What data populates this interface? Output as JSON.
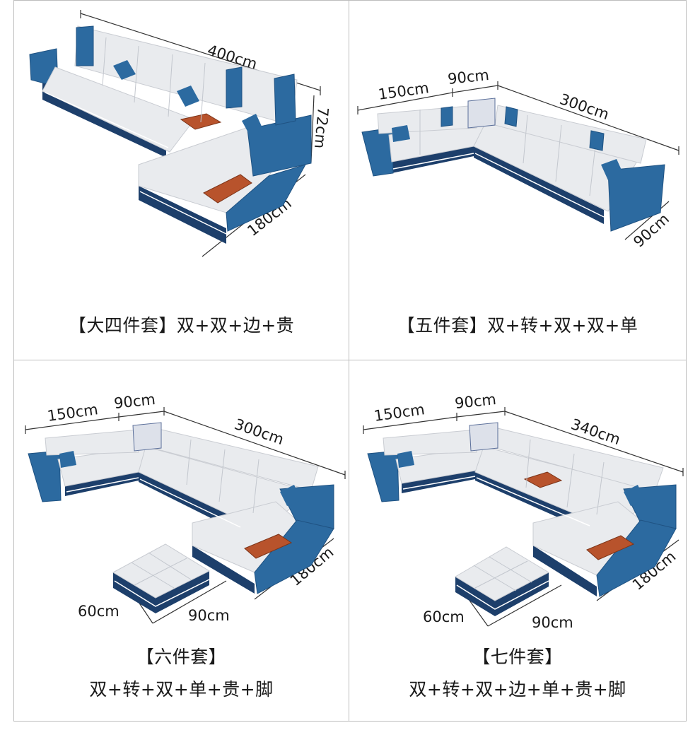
{
  "panels": [
    {
      "caption": "【大四件套】双+双+边+贵",
      "dimensions": [
        "400cm",
        "72cm",
        "180cm"
      ]
    },
    {
      "caption": "【五件套】双+转+双+双+单",
      "dimensions": [
        "150cm",
        "90cm",
        "300cm",
        "90cm"
      ]
    },
    {
      "caption_line1": "【六件套】",
      "caption_line2": "双+转+双+单+贵+脚",
      "dimensions": [
        "150cm",
        "90cm",
        "300cm",
        "180cm",
        "60cm",
        "90cm"
      ]
    },
    {
      "caption_line1": "【七件套】",
      "caption_line2": "双+转+双+边+单+贵+脚",
      "dimensions": [
        "150cm",
        "90cm",
        "340cm",
        "180cm",
        "60cm",
        "90cm"
      ]
    }
  ],
  "colors": {
    "upholstery_white": "#e9ebee",
    "upholstery_blue": "#2c6aa0",
    "base_navy": "#1d3f6b",
    "wood_table": "#b8532c"
  }
}
